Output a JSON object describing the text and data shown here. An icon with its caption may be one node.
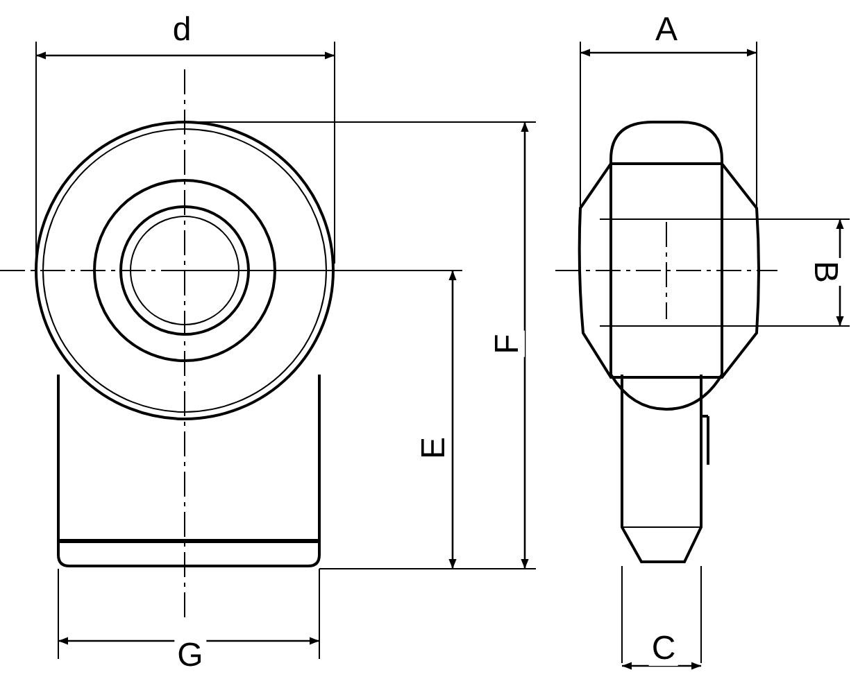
{
  "diagram": {
    "labels": [
      "d",
      "A",
      "B",
      "F",
      "E",
      "G",
      "C"
    ]
  }
}
